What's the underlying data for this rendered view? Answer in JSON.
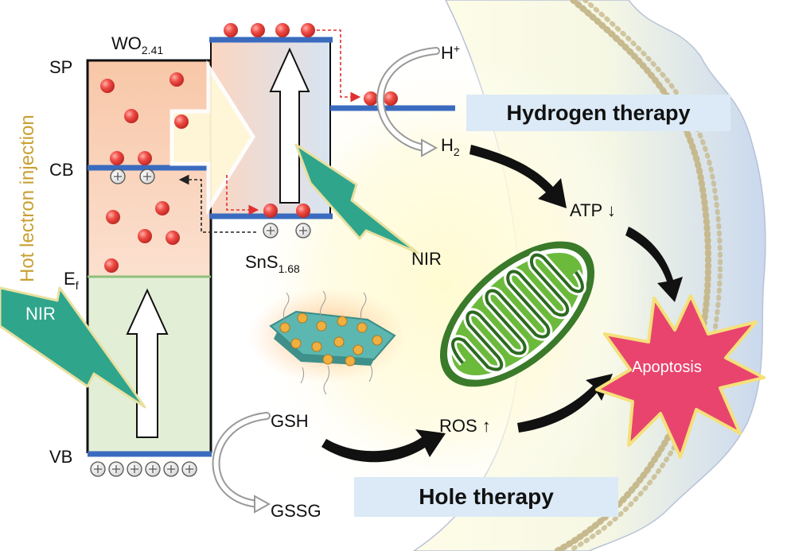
{
  "side_label": "Hot lectron injection",
  "wo": {
    "name": "WO",
    "sub": "2.41"
  },
  "sns": {
    "name": "SnS",
    "sub": "1.68"
  },
  "levels": {
    "sp": "SP",
    "cb": "CB",
    "ef_main": "E",
    "ef_sub": "f",
    "vb": "VB"
  },
  "hplus": {
    "main": "H",
    "sup": "+"
  },
  "h2": {
    "main": "H",
    "sub": "2"
  },
  "nir_left": "NIR",
  "nir_right": "NIR",
  "atp": "ATP ↓",
  "ros": "ROS ↑",
  "gsh": "GSH",
  "gssg": "GSSG",
  "apoptosis": "Apoptosis",
  "hydrogen_therapy": "Hydrogen therapy",
  "hole_therapy": "Hole therapy",
  "colors": {
    "side_label": "#c8a032",
    "band_edge": "#3a6bbf",
    "electron": "#e84040",
    "nir_bolt": "#2fa58c",
    "fermi": "#8fc27a",
    "apoptosis": "#e8446e",
    "therapy_box": "#dbeaf6"
  }
}
